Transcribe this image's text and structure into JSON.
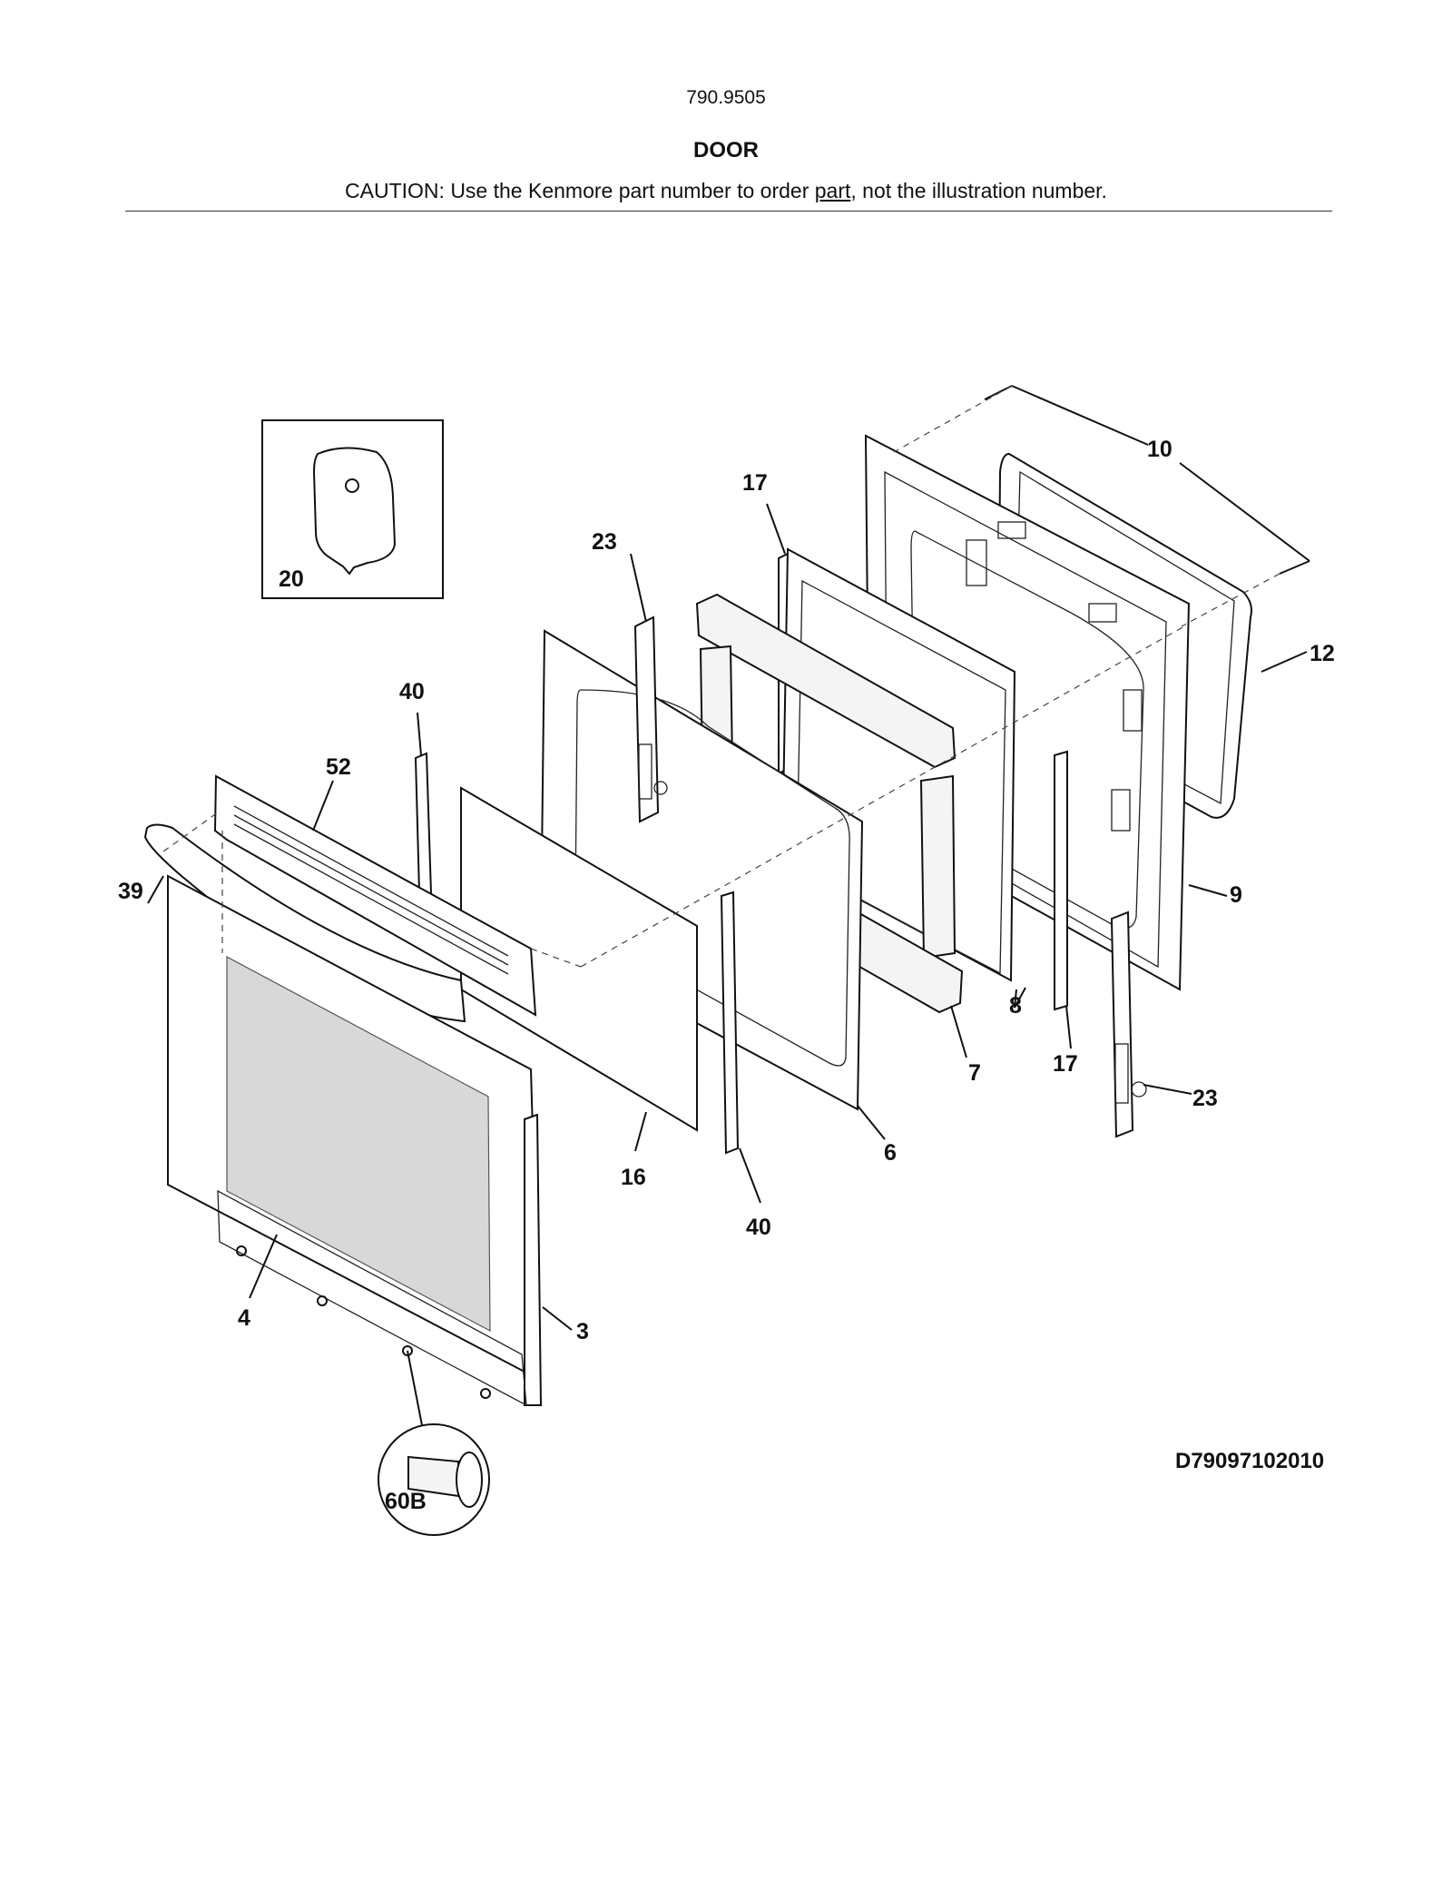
{
  "header": {
    "model_number": "790.9505",
    "section_title": "DOOR",
    "caution_prefix": "CAUTION: Use the Kenmore part number to order ",
    "caution_underlined": "part",
    "caution_suffix": ", not the illustration number."
  },
  "diagram": {
    "diagram_id": "D79097102010",
    "callouts": {
      "c20": "20",
      "c23_top": "23",
      "c17_top": "17",
      "c10": "10",
      "c12": "12",
      "c40_top": "40",
      "c52": "52",
      "c39": "39",
      "c9": "9",
      "c8": "8",
      "c7": "7",
      "c17_bottom": "17",
      "c23_bottom": "23",
      "c6": "6",
      "c16": "16",
      "c40_bottom": "40",
      "c4": "4",
      "c3": "3",
      "c60b": "60B"
    }
  }
}
